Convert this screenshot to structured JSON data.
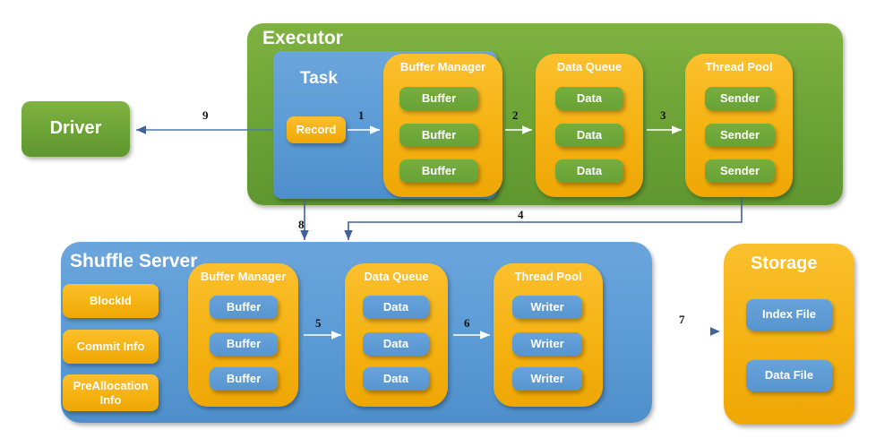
{
  "diagram": {
    "title": "Shuffle data flow: Executor to Shuffle Server to Storage",
    "colors": {
      "green": "#6CA336",
      "blue": "#5B9BD5",
      "gold": "#F5B212",
      "arrow": "#41619A",
      "background": "#FFFFFF",
      "label_text": "#111111"
    }
  },
  "driver": {
    "label": "Driver"
  },
  "executor": {
    "label": "Executor",
    "task": {
      "label": "Task",
      "record": "Record"
    },
    "buffer_manager": {
      "label": "Buffer Manager",
      "items": [
        "Buffer",
        "Buffer",
        "Buffer"
      ]
    },
    "data_queue": {
      "label": "Data Queue",
      "items": [
        "Data",
        "Data",
        "Data"
      ]
    },
    "thread_pool": {
      "label": "Thread Pool",
      "items": [
        "Sender",
        "Sender",
        "Sender"
      ]
    }
  },
  "shuffle_server": {
    "label": "Shuffle Server",
    "meta": [
      "BlockId",
      "Commit Info",
      "PreAllocation Info"
    ],
    "buffer_manager": {
      "label": "Buffer Manager",
      "items": [
        "Buffer",
        "Buffer",
        "Buffer"
      ]
    },
    "data_queue": {
      "label": "Data Queue",
      "items": [
        "Data",
        "Data",
        "Data"
      ]
    },
    "thread_pool": {
      "label": "Thread Pool",
      "items": [
        "Writer",
        "Writer",
        "Writer"
      ]
    }
  },
  "storage": {
    "label": "Storage",
    "items": [
      "Index File",
      "Data File"
    ]
  },
  "arrows": [
    {
      "id": "1",
      "label": "1",
      "from": "Record",
      "to": "Executor Buffer Manager"
    },
    {
      "id": "2",
      "label": "2",
      "from": "Executor Buffer Manager",
      "to": "Executor Data Queue"
    },
    {
      "id": "3",
      "label": "3",
      "from": "Executor Data Queue",
      "to": "Executor Thread Pool"
    },
    {
      "id": "4",
      "label": "4",
      "from": "Executor Thread Pool",
      "to": "Shuffle Server"
    },
    {
      "id": "5",
      "label": "5",
      "from": "Shuffle Buffer Manager",
      "to": "Shuffle Data Queue"
    },
    {
      "id": "6",
      "label": "6",
      "from": "Shuffle Data Queue",
      "to": "Shuffle Thread Pool"
    },
    {
      "id": "7",
      "label": "7",
      "from": "Shuffle Thread Pool",
      "to": "Storage"
    },
    {
      "id": "8",
      "label": "8",
      "from": "Task",
      "to": "Shuffle Server"
    },
    {
      "id": "9",
      "label": "9",
      "from": "Executor",
      "to": "Driver"
    }
  ]
}
